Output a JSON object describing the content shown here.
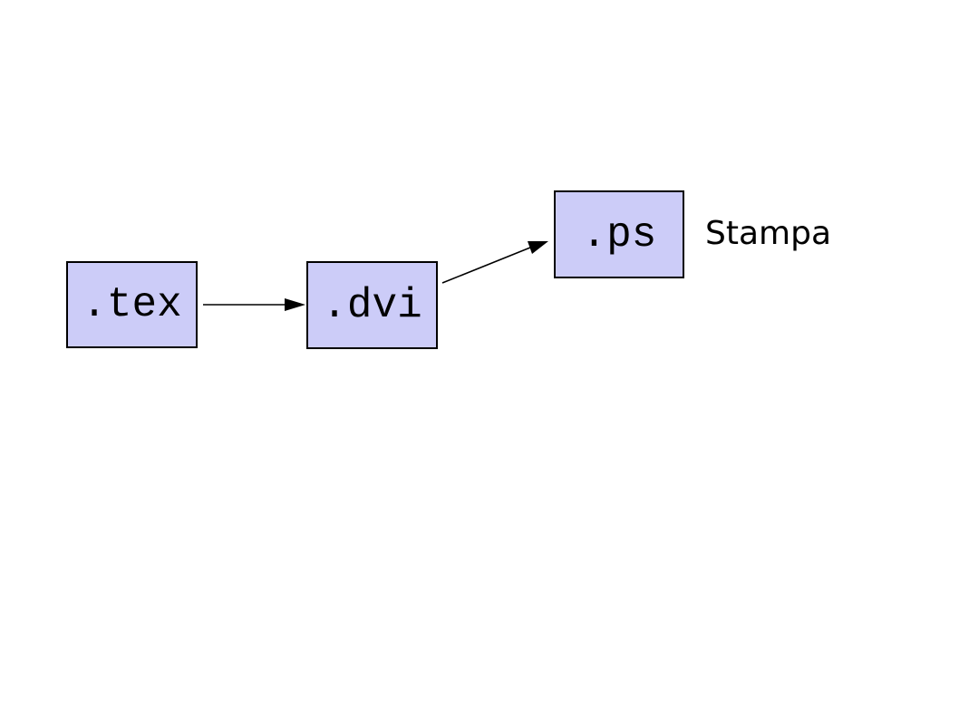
{
  "diagram": {
    "nodes": [
      {
        "id": "tex",
        "label": ".tex"
      },
      {
        "id": "dvi",
        "label": ".dvi"
      },
      {
        "id": "ps",
        "label": ".ps"
      }
    ],
    "edges": [
      {
        "from": "tex",
        "to": "dvi"
      },
      {
        "from": "dvi",
        "to": "ps"
      }
    ],
    "annotation": "Stampa",
    "colors": {
      "node_fill": "#ccccf8",
      "node_border": "#000000",
      "arrow": "#000000",
      "background": "#ffffff"
    }
  }
}
